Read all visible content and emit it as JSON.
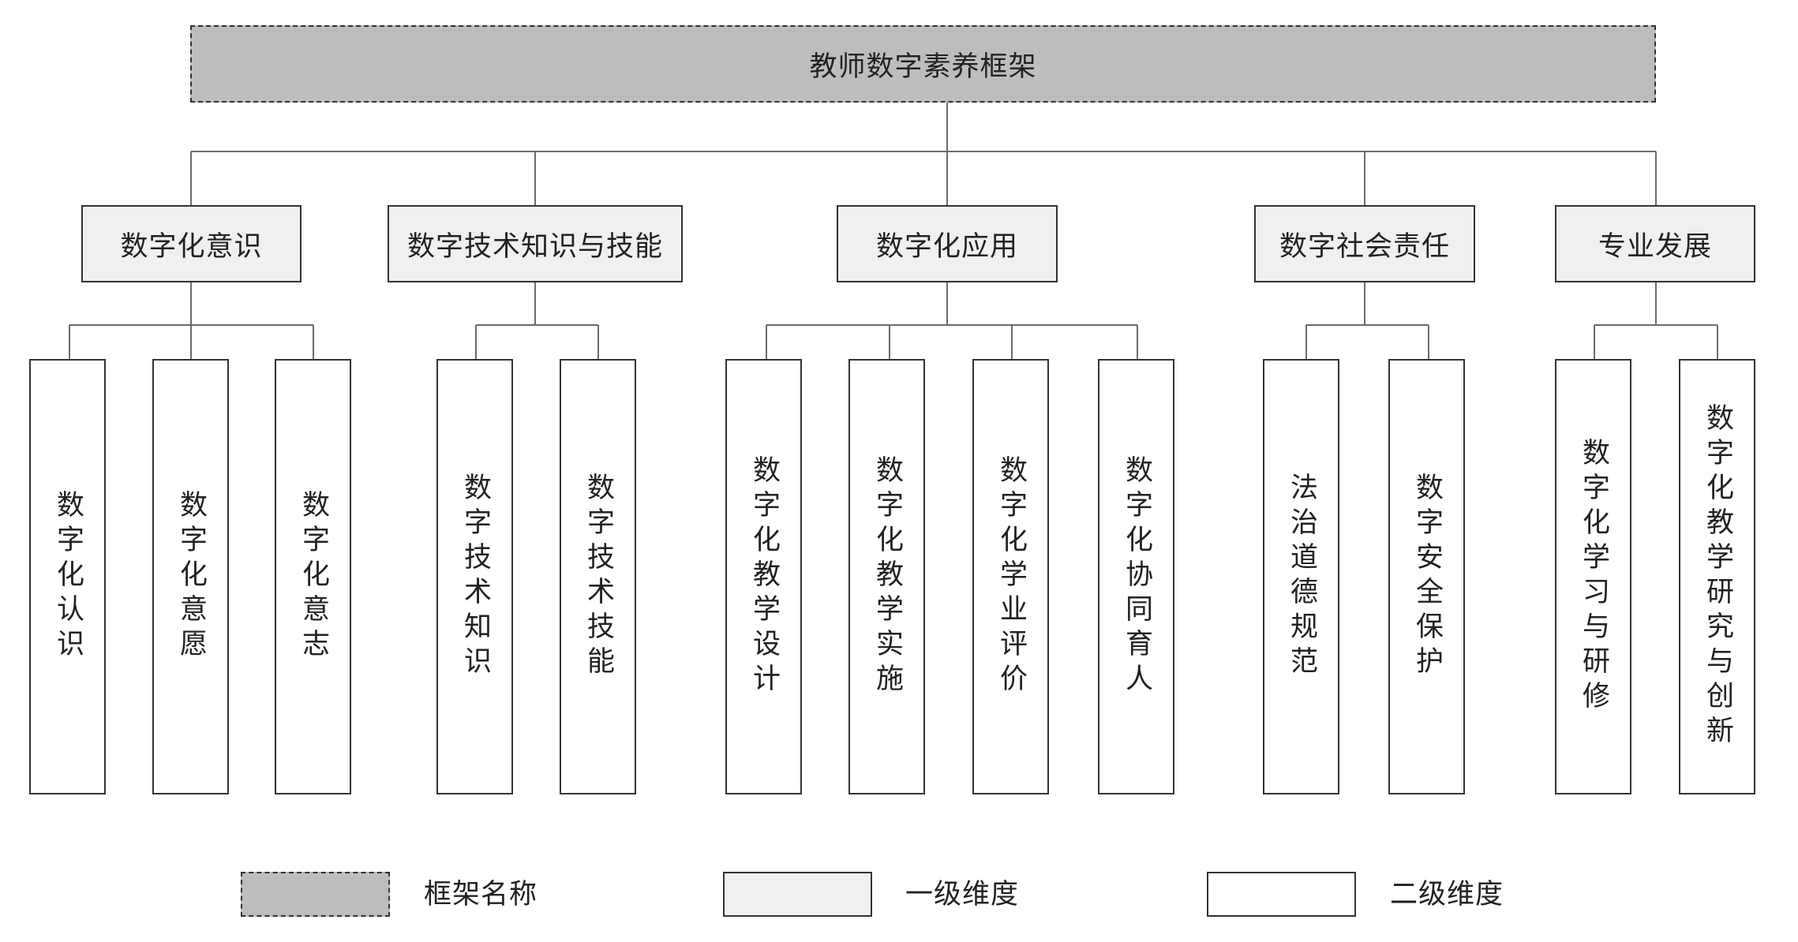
{
  "root": {
    "label": "教师数字素养框架"
  },
  "dimensions": [
    {
      "label": "数字化意识",
      "children": [
        "数字化认识",
        "数字化意愿",
        "数字化意志"
      ]
    },
    {
      "label": "数字技术知识与技能",
      "children": [
        "数字技术知识",
        "数字技术技能"
      ]
    },
    {
      "label": "数字化应用",
      "children": [
        "数字化教学设计",
        "数字化教学实施",
        "数字化学业评价",
        "数字化协同育人"
      ]
    },
    {
      "label": "数字社会责任",
      "children": [
        "法治道德规范",
        "数字安全保护"
      ]
    },
    {
      "label": "专业发展",
      "children": [
        "数字化学习与研修",
        "数字化教学研究与创新"
      ]
    }
  ],
  "legend": {
    "framework": "框架名称",
    "level1": "一级维度",
    "level2": "二级维度"
  },
  "colors": {
    "framework_fill": "#bdbdbd",
    "level1_fill": "#f0f0f0",
    "level2_fill": "#ffffff",
    "line": "#6b6b6b"
  }
}
